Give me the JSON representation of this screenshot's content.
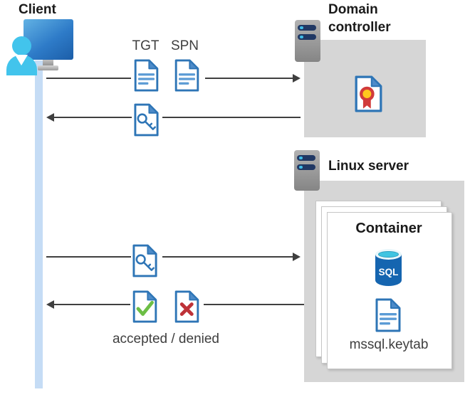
{
  "labels": {
    "client": "Client",
    "domain_controller": "Domain\ncontroller",
    "linux_server": "Linux server",
    "container": "Container",
    "tgt": "TGT",
    "spn": "SPN",
    "sql": "SQL",
    "keytab": "mssql.keytab",
    "accepted_denied": "accepted / denied"
  },
  "icons": {
    "client": "workstation-user-icon",
    "domain_controller": "server-tower-icon",
    "linux_server": "server-tower-icon",
    "certificate": "certificate-document-icon",
    "tgt": "text-document-icon",
    "spn": "text-document-icon",
    "session_key": "key-document-icon",
    "sql": "sql-database-cylinder-icon",
    "keytab": "text-document-icon",
    "accepted": "check-document-icon",
    "denied": "cross-document-icon"
  },
  "colors": {
    "arrow": "#3f3f3f",
    "timeline": "#c5dcf5",
    "zone_gray": "#d6d6d6",
    "doc_border": "#2e75b6",
    "doc_fold": "#4d8bc9",
    "doc_lines": "#5b9bd5",
    "green": "#6cbe45",
    "red": "#be3238",
    "cert_red": "#d13b3b",
    "cert_yellow": "#ffc81e",
    "sql_body": "#1565b0",
    "sql_cyan": "#40c4e1",
    "navy": "#203864",
    "cyan_dot": "#3fbbe6",
    "person": "#42c4ec"
  }
}
